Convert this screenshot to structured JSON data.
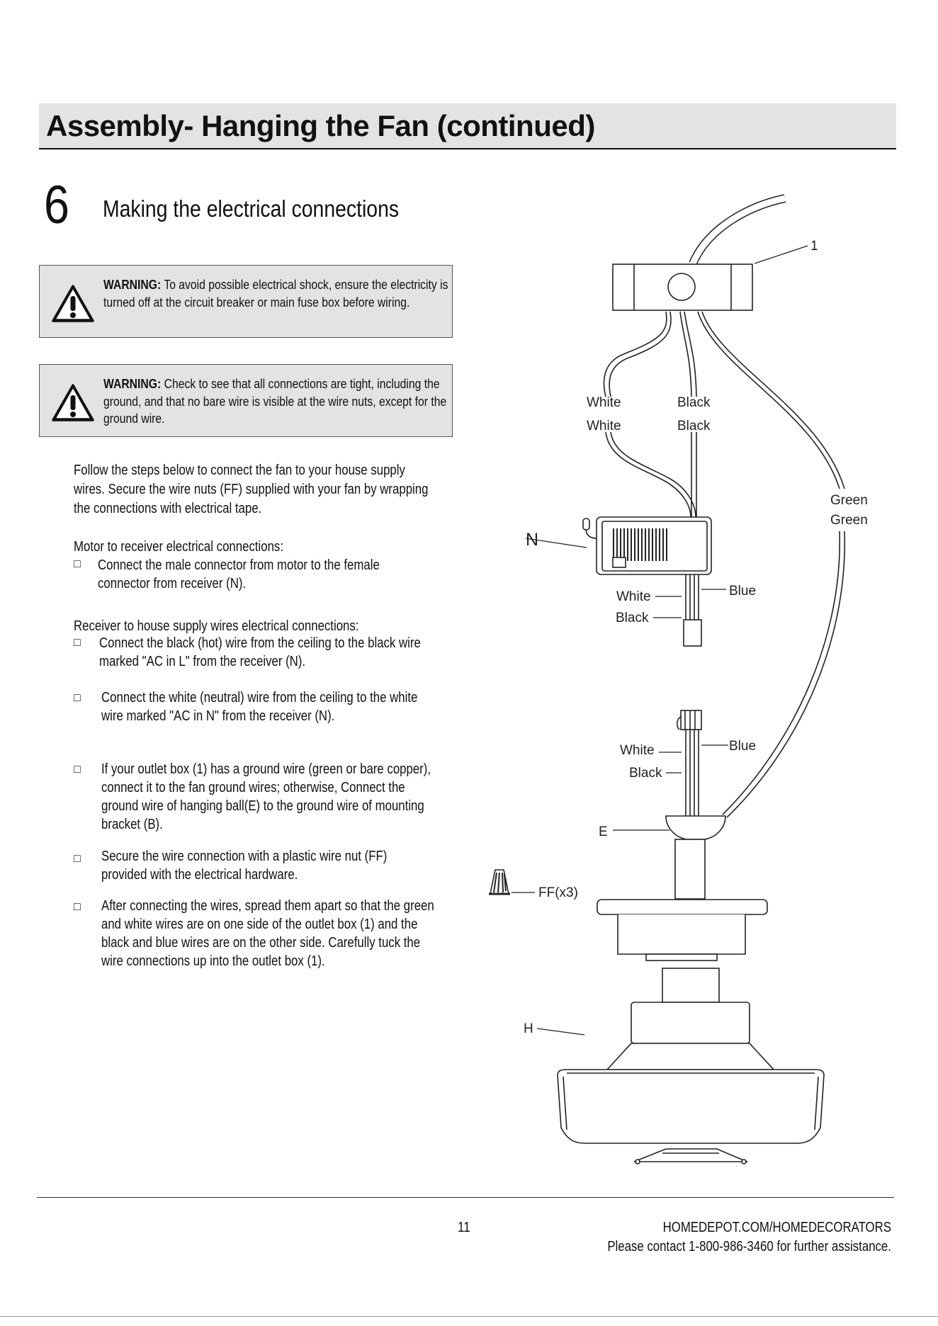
{
  "header": {
    "title": "Assembly- Hanging the Fan (continued)"
  },
  "step": {
    "number": "6",
    "title": "Making the electrical connections"
  },
  "warnings": [
    {
      "label": "WARNING:",
      "text": " To avoid possible electrical shock, ensure the electricity is turned off at the circuit  breaker or main fuse box before wiring."
    },
    {
      "label": "WARNING:",
      "text": " Check to see that all connections are tight, including the ground, and that no bare wire is visible at the wire nuts, except for the ground wire."
    }
  ],
  "intro": "Follow the steps below to connect the fan to your house supply wires. Secure the wire nuts (FF) supplied with your fan by wrapping the connections with electrical tape.",
  "motor_section": {
    "heading": "Motor to receiver electrical connections:",
    "items": [
      "Connect the male connector from motor to the female connector from receiver (N)."
    ]
  },
  "receiver_section": {
    "heading": "Receiver to house supply wires electrical connections:",
    "items": [
      "Connect the black (hot) wire from the ceiling to the black wire marked \"AC in L\" from the receiver (N).",
      "Connect the white (neutral) wire from the ceiling to the white wire marked \"AC in N\" from the receiver (N).",
      "If your outlet box (1) has a ground wire (green or bare copper), connect it to the fan ground wires; otherwise, Connect the ground wire of hanging ball(E) to the ground wire of mounting bracket (B).",
      "Secure the wire connection with a plastic wire nut (FF) provided with the electrical hardware.",
      "After connecting the wires, spread them apart so that the green and white wires are on one side of the outlet box (1) and the black and blue wires are on the other side. Carefully tuck the wire connections up into the outlet box (1)."
    ]
  },
  "bullet_glyph": "□",
  "diagram_labels": {
    "outlet_box": "1",
    "white1": "White",
    "white2": "White",
    "black1": "Black",
    "black2": "Black",
    "green1": "Green",
    "green2": "Green",
    "receiver": "N",
    "rx_white": "White",
    "rx_black": "Black",
    "rx_blue": "Blue",
    "m_white": "White",
    "m_black": "Black",
    "m_blue": "Blue",
    "ball": "E",
    "wire_nut": "FF(x3)",
    "motor": "H"
  },
  "footer": {
    "page": "11",
    "site": "HOMEDEPOT.COM/HOMEDECORATORS",
    "contact": "Please contact 1-800-986-3460 for further assistance."
  }
}
